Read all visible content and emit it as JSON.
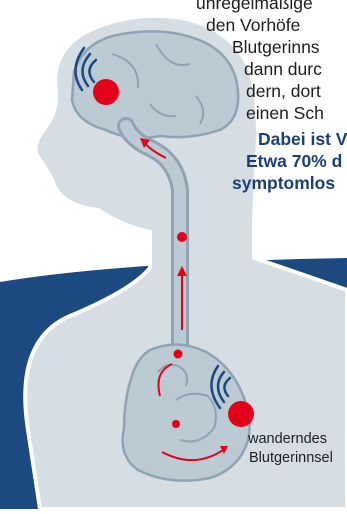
{
  "colors": {
    "skin": "#d6dee4",
    "outline": "#ffffff",
    "organ": "#bccad4",
    "organ_outline": "#8fa3b2",
    "navy": "#1c4a80",
    "clot": "#e3001b",
    "arrow": "#e3001b",
    "signal": "#1c4a80"
  },
  "icons": [
    "sound-wave-icon",
    "sound-wave-icon"
  ],
  "text": {
    "body_lines": [
      "unregelmäßige",
      "den Vorhöfe",
      "Blutgerinns",
      "dann durc",
      "dern, dort",
      "einen Sch"
    ],
    "bold_lines": [
      "Dabei ist V",
      "Etwa 70% d",
      "symptomlos"
    ],
    "clot_label": [
      "wanderndes",
      "Blutgerinnsel"
    ]
  }
}
